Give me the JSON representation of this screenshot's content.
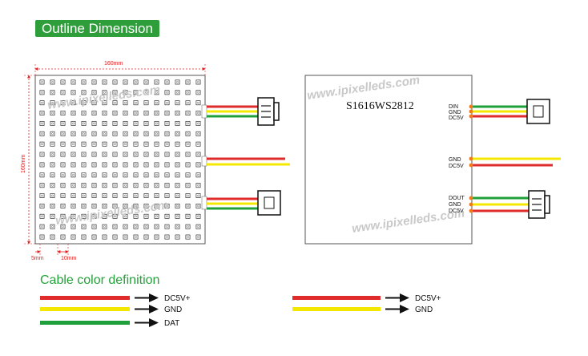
{
  "header": {
    "title": "Outline Dimension"
  },
  "panel_front": {
    "width_label": "160mm",
    "height_label": "160mm",
    "pitch_edge_label": "5mm",
    "pitch_label": "10mm",
    "grid_cols": 16,
    "grid_rows": 16
  },
  "panel_back": {
    "model": "S1616WS2812",
    "in_pins": [
      "DIN",
      "GND",
      "DC5V"
    ],
    "power_pins": [
      "GND",
      "DC5V"
    ],
    "out_pins": [
      "DOUT",
      "GND",
      "DC5V"
    ]
  },
  "watermark": "www.ipixelleds.com",
  "legend": {
    "title": "Cable color definition",
    "left": [
      {
        "label": "DC5V+",
        "color": "#e02b2b"
      },
      {
        "label": "GND",
        "color": "#f5e800"
      },
      {
        "label": "DAT",
        "color": "#1fa03a"
      }
    ],
    "right": [
      {
        "label": "DC5V+",
        "color": "#e02b2b"
      },
      {
        "label": "GND",
        "color": "#f5e800"
      }
    ]
  },
  "colors": {
    "red": "#e02b2b",
    "yellow": "#f5e800",
    "green": "#1fa03a",
    "accent": "#2e9e3a"
  }
}
